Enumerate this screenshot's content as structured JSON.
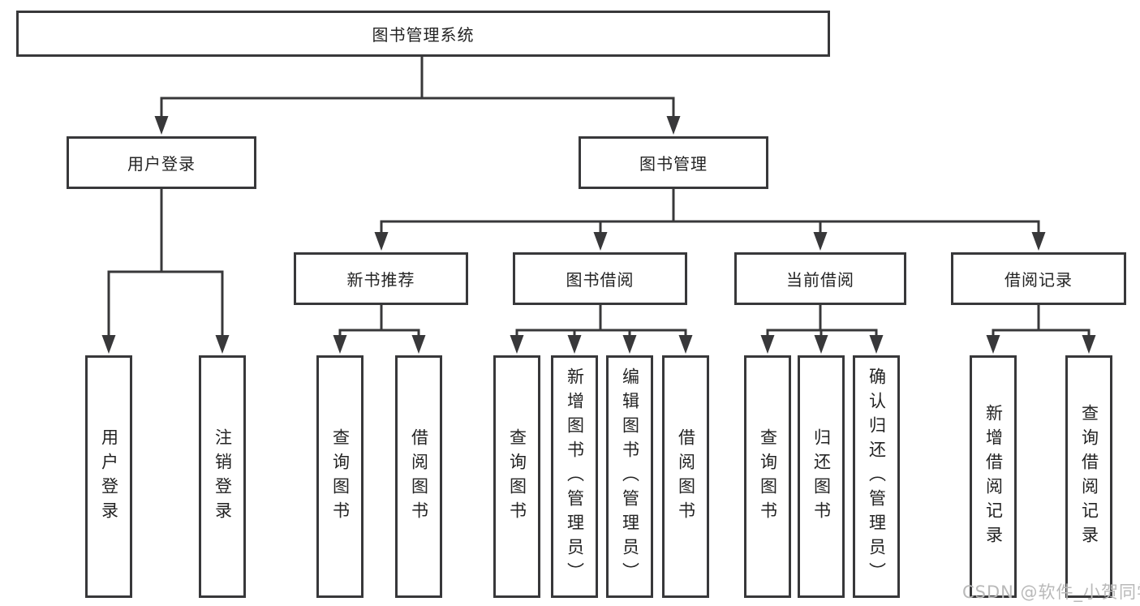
{
  "diagram": {
    "title": "图书管理系统",
    "branches": [
      {
        "label": "用户登录",
        "children": [
          "用户登录",
          "注销登录"
        ]
      },
      {
        "label": "图书管理",
        "children": [
          {
            "label": "新书推荐",
            "children": [
              "查询图书",
              "借阅图书"
            ]
          },
          {
            "label": "图书借阅",
            "children": [
              "查询图书",
              "新增图书（管理员）",
              "编辑图书（管理员）",
              "借阅图书"
            ]
          },
          {
            "label": "当前借阅",
            "children": [
              "查询图书",
              "归还图书",
              "确认归还（管理员）"
            ]
          },
          {
            "label": "借阅记录",
            "children": [
              "新增借阅记录",
              "查询借阅记录"
            ]
          }
        ]
      }
    ]
  },
  "watermark": {
    "text": "CSDN @软件_小贺同学"
  },
  "colors": {
    "line": "#38383a",
    "node_border": "#38383a",
    "node_fill": "#ffffff",
    "text": "#232323",
    "watermark": "#b9b9b9",
    "background": "#ffffff"
  }
}
